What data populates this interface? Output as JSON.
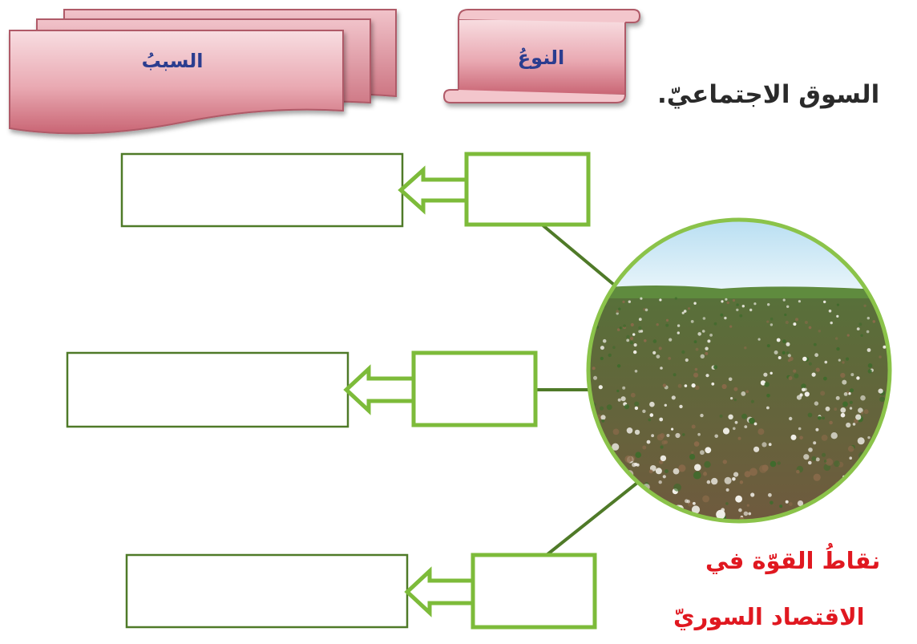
{
  "header": {
    "text": "السوق الاجتماعيّ."
  },
  "banners": {
    "cause_label": "السببُ",
    "type_label": "النوعُ"
  },
  "caption": {
    "line1": "نقاطُ القوّة في",
    "line2": "الاقتصاد السوريّ"
  },
  "photo": {
    "subject": "cotton-field"
  },
  "colors": {
    "box_dark_green": "#4f7a28",
    "box_light_green": "#7dbb3a",
    "circle_border": "#8bc34a",
    "banner_pink": "#d98591",
    "banner_light_pink": "#f3c6cc",
    "label_blue": "#2b3d8f",
    "caption_red": "#e01820"
  }
}
